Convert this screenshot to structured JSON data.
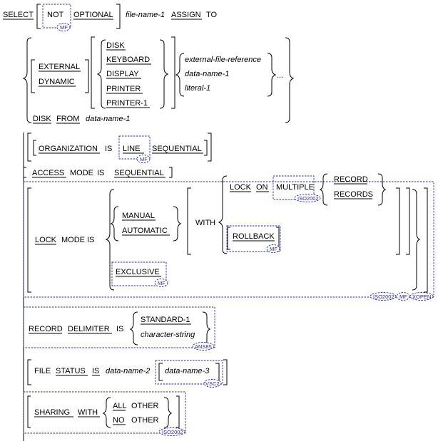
{
  "syntax": {
    "select": {
      "select_kw": "SELECT",
      "not_kw": "NOT",
      "optional_kw": "OPTIONAL",
      "file_name": "file-name-1",
      "assign_kw": "ASSIGN",
      "to_kw": "TO"
    },
    "assign_options": {
      "external_kw": "EXTERNAL",
      "dynamic_kw": "DYNAMIC",
      "devices": [
        "DISK",
        "KEYBOARD",
        "DISPLAY",
        "PRINTER",
        "PRINTER-1"
      ],
      "references": [
        "external-file-reference",
        "data-name-1",
        "literal-1"
      ],
      "ellipsis": "...",
      "disk_kw": "DISK",
      "from_kw": "FROM",
      "disk_from_name": "data-name-1"
    },
    "organization": {
      "organization_kw": "ORGANIZATION",
      "is_kw": "IS",
      "line_kw": "LINE",
      "sequential_kw": "SEQUENTIAL"
    },
    "access": {
      "access_kw": "ACCESS",
      "mode_kw": "MODE",
      "is_kw": "IS",
      "sequential_kw": "SEQUENTIAL"
    },
    "lock": {
      "lock_kw": "LOCK",
      "mode_kw": "MODE",
      "is_kw": "IS",
      "manual_kw": "MANUAL",
      "automatic_kw": "AUTOMATIC",
      "with_kw": "WITH",
      "lock2_kw": "LOCK",
      "on_kw": "ON",
      "multiple_kw": "MULTIPLE",
      "record_kw": "RECORD",
      "records_kw": "RECORDS",
      "rollback_kw": "ROLLBACK",
      "exclusive_kw": "EXCLUSIVE"
    },
    "record_delimiter": {
      "record_kw": "RECORD",
      "delimiter_kw": "DELIMITER",
      "is_kw": "IS",
      "standard_kw": "STANDARD-1",
      "charstring": "character-string"
    },
    "file_status": {
      "file_kw": "FILE",
      "status_kw": "STATUS",
      "is_kw": "IS",
      "name2": "data-name-2",
      "name3": "data-name-3"
    },
    "sharing": {
      "sharing_kw": "SHARING",
      "with_kw": "WITH",
      "all_kw": "ALL",
      "other_kw": "OTHER",
      "no_kw": "NO",
      "other2_kw": "OTHER"
    }
  },
  "tags": {
    "mf": "MF",
    "iso2002": "ISO2002",
    "xopen": "XOPEN",
    "ans85": "ANS85",
    "vsc2": "VSC2"
  },
  "colors": {
    "annotation": "#2a2aa8",
    "text": "#000000"
  }
}
